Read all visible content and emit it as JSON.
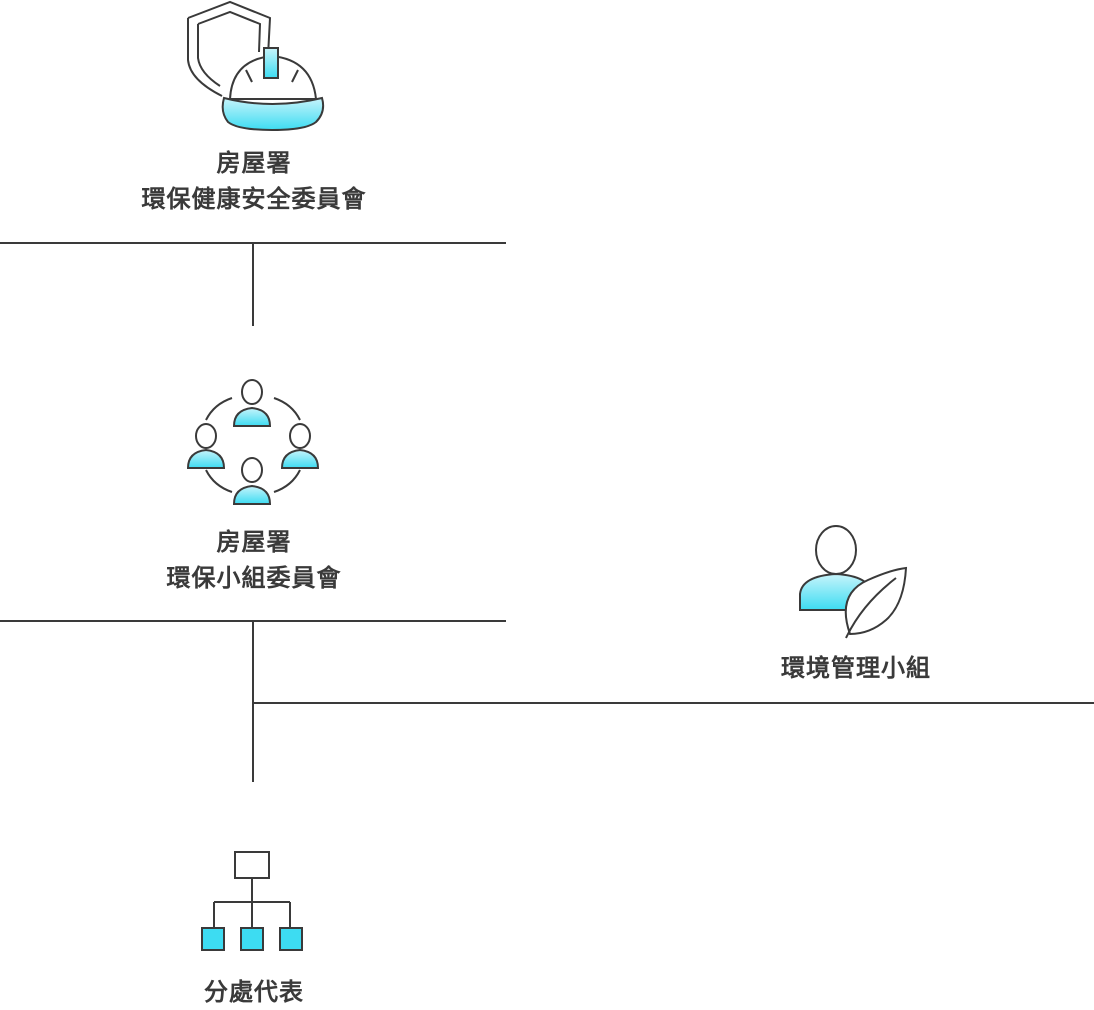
{
  "colors": {
    "line": "#3a3a3a",
    "accent": "#3ddcf2",
    "accent_light": "#c7f4fb"
  },
  "nodes": {
    "committee": {
      "icon": "shield-hardhat-icon",
      "line1": "房屋署",
      "line2": "環保健康安全委員會"
    },
    "sub_committee": {
      "icon": "team-circle-icon",
      "line1": "房屋署",
      "line2": "環保小組委員會"
    },
    "env_group": {
      "icon": "person-leaf-icon",
      "line1": "環境管理小組"
    },
    "branch_reps": {
      "icon": "org-chart-icon",
      "line1": "分處代表"
    }
  }
}
